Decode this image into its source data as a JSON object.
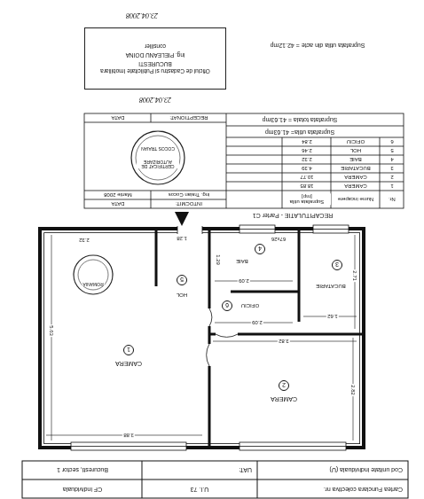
{
  "diagram": {
    "nodes": [
      {
        "text": [
          "1",
          "CAMERA"
        ]
      },
      {
        "text": [
          "2",
          "CAMERA"
        ]
      },
      {
        "text": [
          "3",
          "BUCATARIE"
        ]
      },
      {
        "text": [
          "4",
          "BAIE"
        ]
      },
      {
        "text": [
          "5",
          "HOL"
        ]
      },
      {
        "text": [
          "6",
          "OFICIU"
        ]
      },
      {
        "text": [
          "Oficiul de Cadastru si Publicitate Imobiliara BUCURESTI",
          "ing. PIELEANU DOINA",
          "consilier"
        ]
      }
    ],
    "labels": [
      "Cartea Funciara colectiva nr.",
      "U.I. 73",
      "CF individuala",
      "Cod unitate individuala (U)",
      "UAT:",
      "Bucuresti, sector 1",
      "3.88",
      "5.63",
      "2.32",
      "1.28",
      "3.82",
      "2.82",
      "2.71",
      "1.62",
      "67x26",
      "2.09",
      "1.29",
      "2.09",
      "ROMANIA",
      "RECAPITULATIE - Parter C1",
      "Nr.",
      "Nume incapere",
      "Suprafata utila [mp]",
      "INTOCMIT:",
      "DATA",
      "ing. Traian Cocos",
      "Martie 2008",
      "1",
      "CAMERA",
      "18.85",
      "2",
      "CAMERA",
      "10.77",
      "3",
      "BUCATARIE",
      "4.39",
      "4",
      "BAIE",
      "2.32",
      "5",
      "HOL",
      "2.46",
      "6",
      "OFICIU",
      "2.84",
      "Suprafata utila= 41.63mp",
      "Suprafata totala = 41.63mp",
      "CERTIFICAT DE AUTORIZARE",
      "COCOS TRAIAN",
      "RECEPTIONAT:",
      "DATA",
      "23.04.2008",
      "Suprafata utila din acte = 42.12mp",
      "23.04.2008"
    ]
  }
}
